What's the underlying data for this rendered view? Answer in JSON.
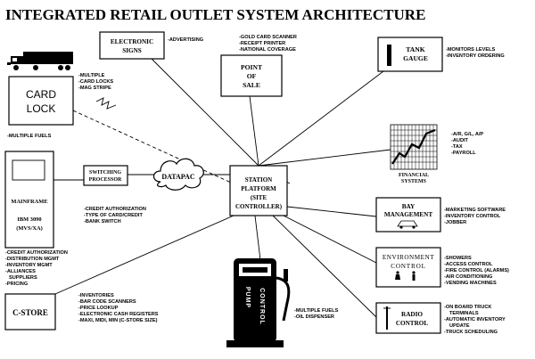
{
  "title": "INTEGRATED RETAIL OUTLET SYSTEM ARCHITECTURE",
  "nodes": {
    "electronic_signs": {
      "label": [
        "ELECTRONIC",
        "SIGNS"
      ],
      "notes": [
        "-ADVERTISING"
      ]
    },
    "point_of_sale": {
      "label": [
        "POINT",
        "OF",
        "SALE"
      ],
      "notes": [
        "-GOLD CARD SCANNER",
        "-RECEIPT PRINTER",
        "-NATIONAL COVERAGE"
      ]
    },
    "tank_gauge": {
      "label": [
        "TANK",
        "GAUGE"
      ],
      "notes": [
        "-MONITORS LEVELS",
        "-INVENTORY ORDERING"
      ]
    },
    "card_lock": {
      "label": [
        "CARD",
        "LOCK"
      ],
      "notes": [
        "-MULTIPLE",
        "-CARD LOCKS",
        "-MAG STRIPE"
      ],
      "bottom_notes": [
        "-MULTIPLE FUELS"
      ]
    },
    "financial_systems": {
      "label": [
        "FINANCIAL",
        "SYSTEMS"
      ],
      "notes": [
        "-A/R, G/L, A/P",
        "-AUDIT",
        "-TAX",
        "-PAYROLL"
      ]
    },
    "mainframe": {
      "label": [
        "MAINFRAME",
        "IBM 3090",
        "(MVS/XA)"
      ],
      "notes": [
        "-CREDIT AUTHORIZATION",
        "-DISTRIBUTION MGMT",
        "-INVENTORY MGMT",
        "-ALLIANCES",
        "SUPPLIERS",
        "-PRICING"
      ]
    },
    "switching_processor": {
      "label": [
        "SWITCHING",
        "PROCESSOR"
      ]
    },
    "datapac": {
      "label": [
        "DATAPAC"
      ],
      "notes": [
        "-CREDIT AUTHORIZATION",
        "-TYPE OF CARD/CREDIT",
        "-BANK SWITCH"
      ]
    },
    "station_platform": {
      "label": [
        "STATION",
        "PLATFORM",
        "(SITE",
        "CONTROLLER)"
      ]
    },
    "bay_management": {
      "label": [
        "BAY",
        "MANAGEMENT"
      ],
      "notes": [
        "-MARKETING SOFTWARE",
        "-INVENTORY CONTROL",
        "-JOBBER"
      ]
    },
    "environment_control": {
      "label": [
        "ENVIRONMENT",
        "CONTROL"
      ],
      "notes": [
        "-SHOWERS",
        "-ACCESS CONTROL",
        "-FIRE CONTROL (ALARMS)",
        "-AIR CONDITIONING",
        "-VENDING MACHINES"
      ]
    },
    "c_store": {
      "label": [
        "C-STORE"
      ],
      "notes": [
        "-INVENTORIES",
        "-BAR CODE SCANNERS",
        "-PRICE LOOKUP",
        "-ELECTRONIC CASH REGISTERS",
        "-MAXI, MIDI, MIN (C-STORE SIZE)"
      ]
    },
    "pump_control": {
      "label": [
        "PUMP",
        "CONTROL"
      ],
      "notes": [
        "-MULTIPLE FUELS",
        "-OIL DISPENSER"
      ]
    },
    "radio_control": {
      "label": [
        "RADIO",
        "CONTROL"
      ],
      "notes": [
        "-ON BOARD TRUCK",
        "TERMINALS",
        "-AUTOMATIC INVENTORY",
        "UPDATE",
        "-TRUCK SCHEDULING"
      ]
    }
  },
  "icons": [
    "truck-icon",
    "tank-icon",
    "bar-chart-icon",
    "car-icon",
    "people-icon",
    "antenna-icon",
    "gas-pump-icon",
    "cloud-icon"
  ]
}
